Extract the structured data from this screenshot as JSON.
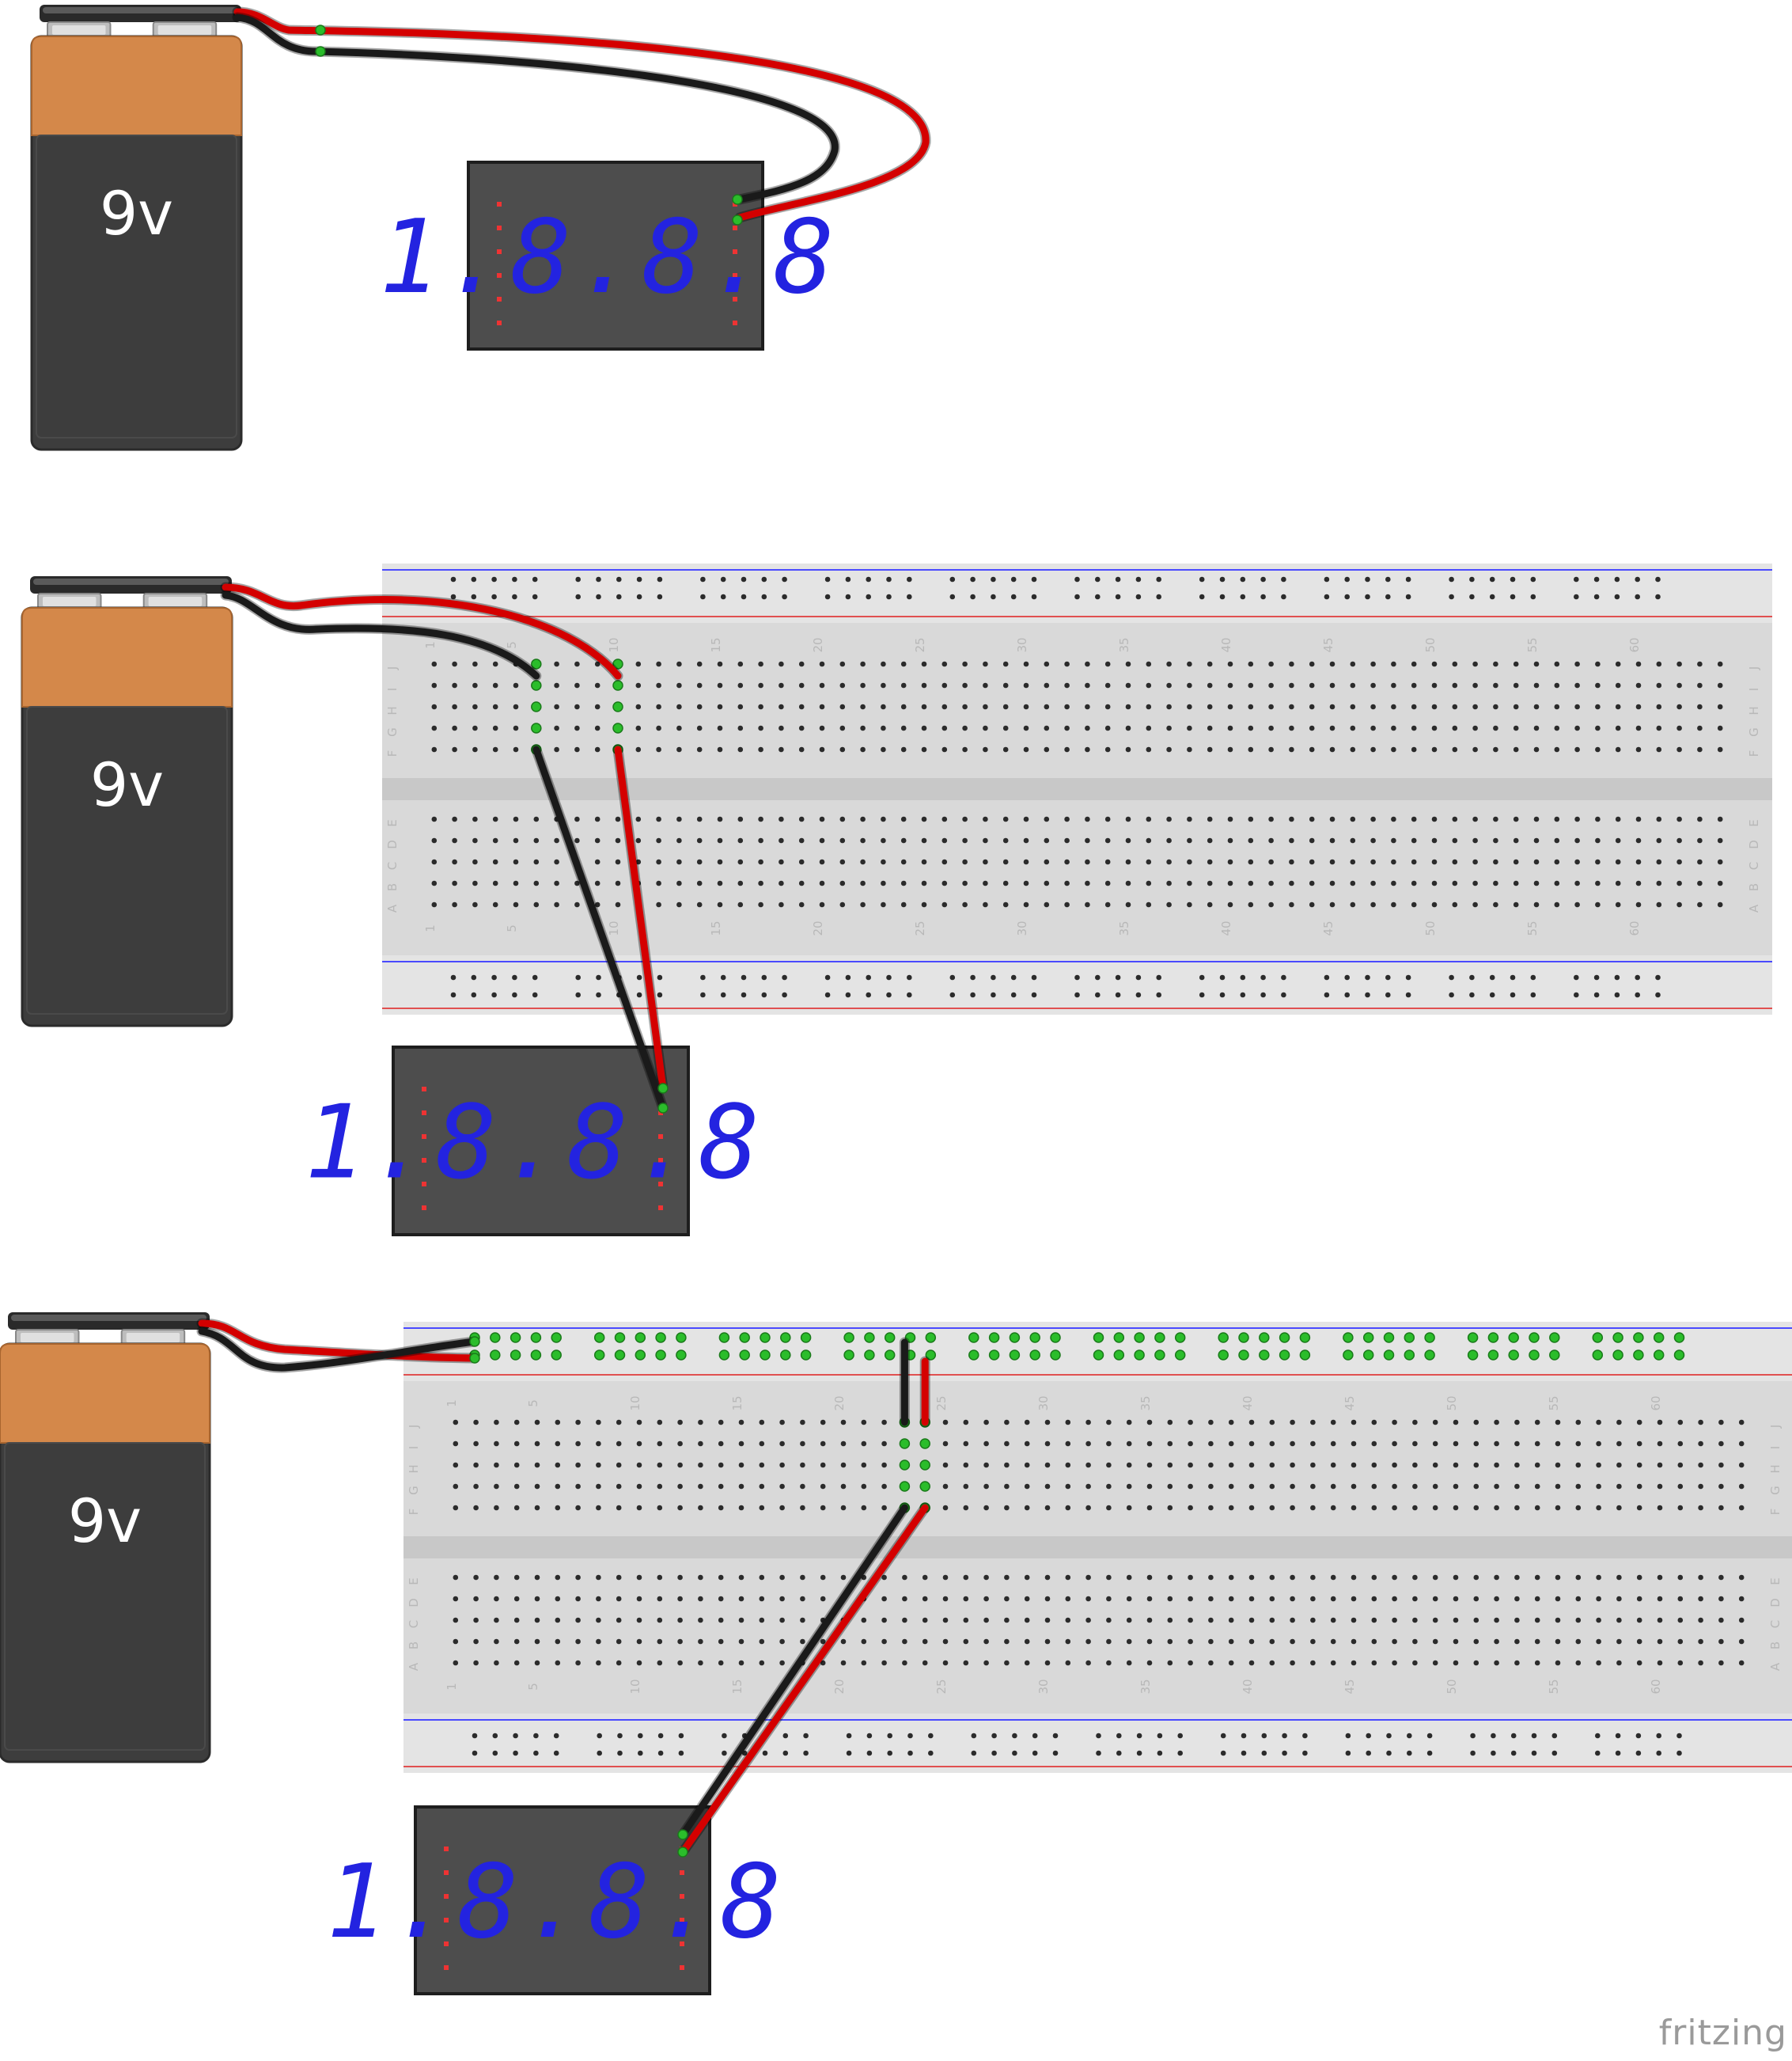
{
  "battery_label": "9v",
  "display_digits": "1.8.8.8",
  "column_numbers": [
    "1",
    "5",
    "10",
    "15",
    "20",
    "25",
    "30",
    "35",
    "40",
    "45",
    "50",
    "55",
    "60"
  ],
  "row_letters_top": [
    "J",
    "I",
    "H",
    "G",
    "F"
  ],
  "row_letters_bottom": [
    "E",
    "D",
    "C",
    "B",
    "A"
  ],
  "brand": "fritzing",
  "colors": {
    "battery_body": "#3d3d3d",
    "battery_top": "#d4884a",
    "wire_red": "#d40000",
    "wire_black": "#1a1a1a",
    "display_bg": "#4d4d4d",
    "digit_blue": "#2323e0",
    "breadboard": "#d9d9d9",
    "highlight_green": "#2bbd2b"
  }
}
